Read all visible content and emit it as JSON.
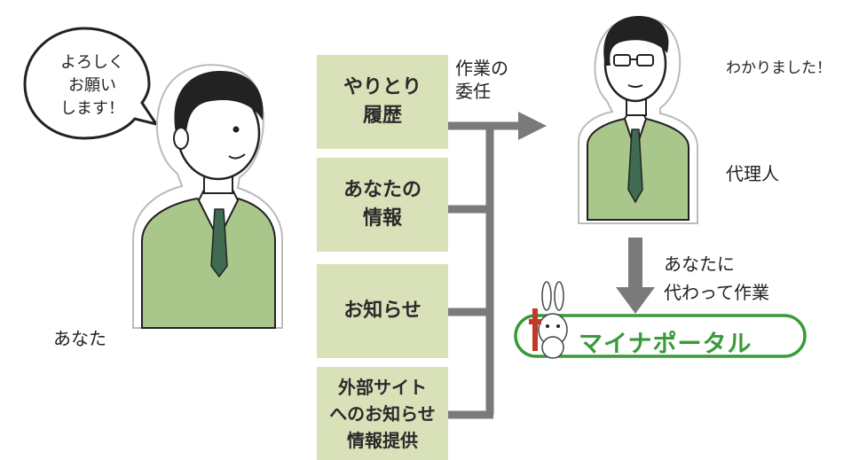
{
  "you": {
    "speech": "よろしく\nお願い\nします！",
    "label": "あなた"
  },
  "boxes": [
    {
      "line1": "やりとり",
      "line2": "履歴"
    },
    {
      "line1": "あなたの",
      "line2": "情報"
    },
    {
      "line1": "お知らせ",
      "line2": ""
    },
    {
      "line1": "外部サイト",
      "line2": "へのお知らせ",
      "line3": "情報提供"
    }
  ],
  "delegation": {
    "text": "作業の\n委任"
  },
  "agent": {
    "reply": "わかりました！",
    "label": "代理人"
  },
  "work_on_behalf": {
    "text": "あなたに\n代わって作業"
  },
  "portal": {
    "name": "マイナポータル"
  },
  "colors": {
    "box_fill": "#d9e1b9",
    "arrow": "#7a7a7a",
    "jacket": "#a9c68b",
    "tie": "#3e6b52",
    "portal_border": "#3a9a3a"
  }
}
